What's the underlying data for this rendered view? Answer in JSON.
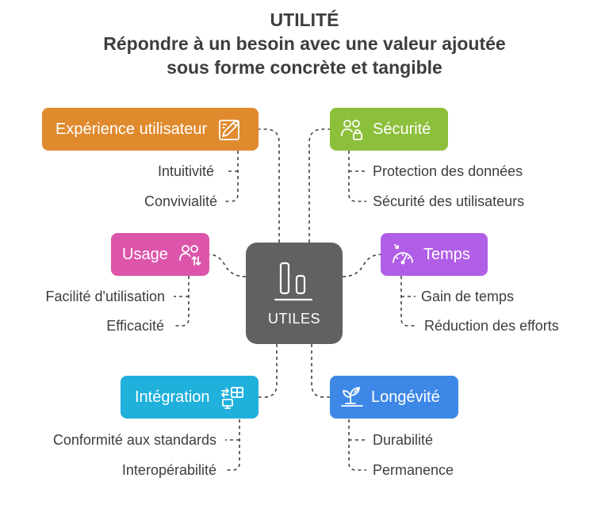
{
  "title": {
    "line1": "UTILITÉ",
    "line2": "Répondre à un besoin avec une valeur ajoutée",
    "line3": "sous forme concrète et tangible"
  },
  "center": {
    "label": "UTILES"
  },
  "branches": {
    "experience": {
      "label": "Expérience utilisateur",
      "color": "#e08a2e",
      "icon": "design-pencil-icon",
      "items": [
        "Intuitivité",
        "Convivialité"
      ]
    },
    "usage": {
      "label": "Usage",
      "color": "#dc55aa",
      "icon": "users-exchange-icon",
      "items": [
        "Facilité d'utilisation",
        "Efficacité"
      ]
    },
    "integration": {
      "label": "Intégration",
      "color": "#1fb0dc",
      "icon": "system-integration-icon",
      "items": [
        "Conformité aux standards",
        "Interopérabilité"
      ]
    },
    "securite": {
      "label": "Sécurité",
      "color": "#8cbf3a",
      "icon": "users-lock-icon",
      "items": [
        "Protection des données",
        "Sécurité des utilisateurs"
      ]
    },
    "temps": {
      "label": "Temps",
      "color": "#b15ee6",
      "icon": "speedometer-icon",
      "items": [
        "Gain de temps",
        "Réduction des efforts"
      ]
    },
    "longevite": {
      "label": "Longévité",
      "color": "#3d88e6",
      "icon": "plant-growth-icon",
      "items": [
        "Durabilité",
        "Permanence"
      ]
    }
  }
}
